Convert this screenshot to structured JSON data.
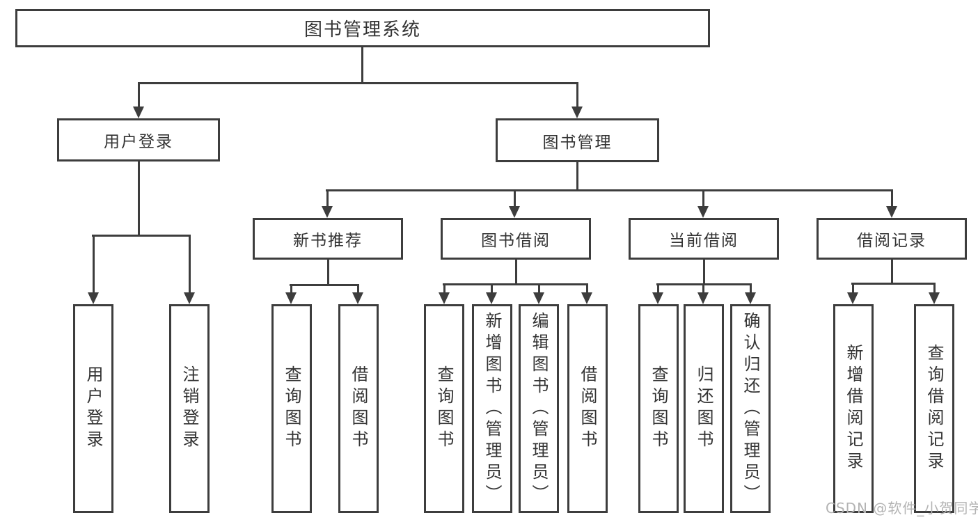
{
  "diagram_type": "hierarchy-tree",
  "colors": {
    "line": "#3d3d3d",
    "box_border": "#3d3d3d",
    "box_fill": "#ffffff",
    "text": "#333333",
    "background": "#ffffff",
    "watermark_text": "#b3b3b3"
  },
  "tree": {
    "root": {
      "label": "图书管理系统",
      "children": [
        {
          "label": "用户登录",
          "children": [
            {
              "label": "用户登录"
            },
            {
              "label": "注销登录"
            }
          ]
        },
        {
          "label": "图书管理",
          "children": [
            {
              "label": "新书推荐",
              "children": [
                {
                  "label": "查询图书"
                },
                {
                  "label": "借阅图书"
                }
              ]
            },
            {
              "label": "图书借阅",
              "children": [
                {
                  "label": "查询图书"
                },
                {
                  "label": "新增图书（管理员）"
                },
                {
                  "label": "编辑图书（管理员）"
                },
                {
                  "label": "借阅图书"
                }
              ]
            },
            {
              "label": "当前借阅",
              "children": [
                {
                  "label": "查询图书"
                },
                {
                  "label": "归还图书"
                },
                {
                  "label": "确认归还（管理员）"
                }
              ]
            },
            {
              "label": "借阅记录",
              "children": [
                {
                  "label": "新增借阅记录"
                },
                {
                  "label": "查询借阅记录"
                }
              ]
            }
          ]
        }
      ]
    }
  },
  "watermark": {
    "text": "CSDN @软件_小贺同学"
  }
}
